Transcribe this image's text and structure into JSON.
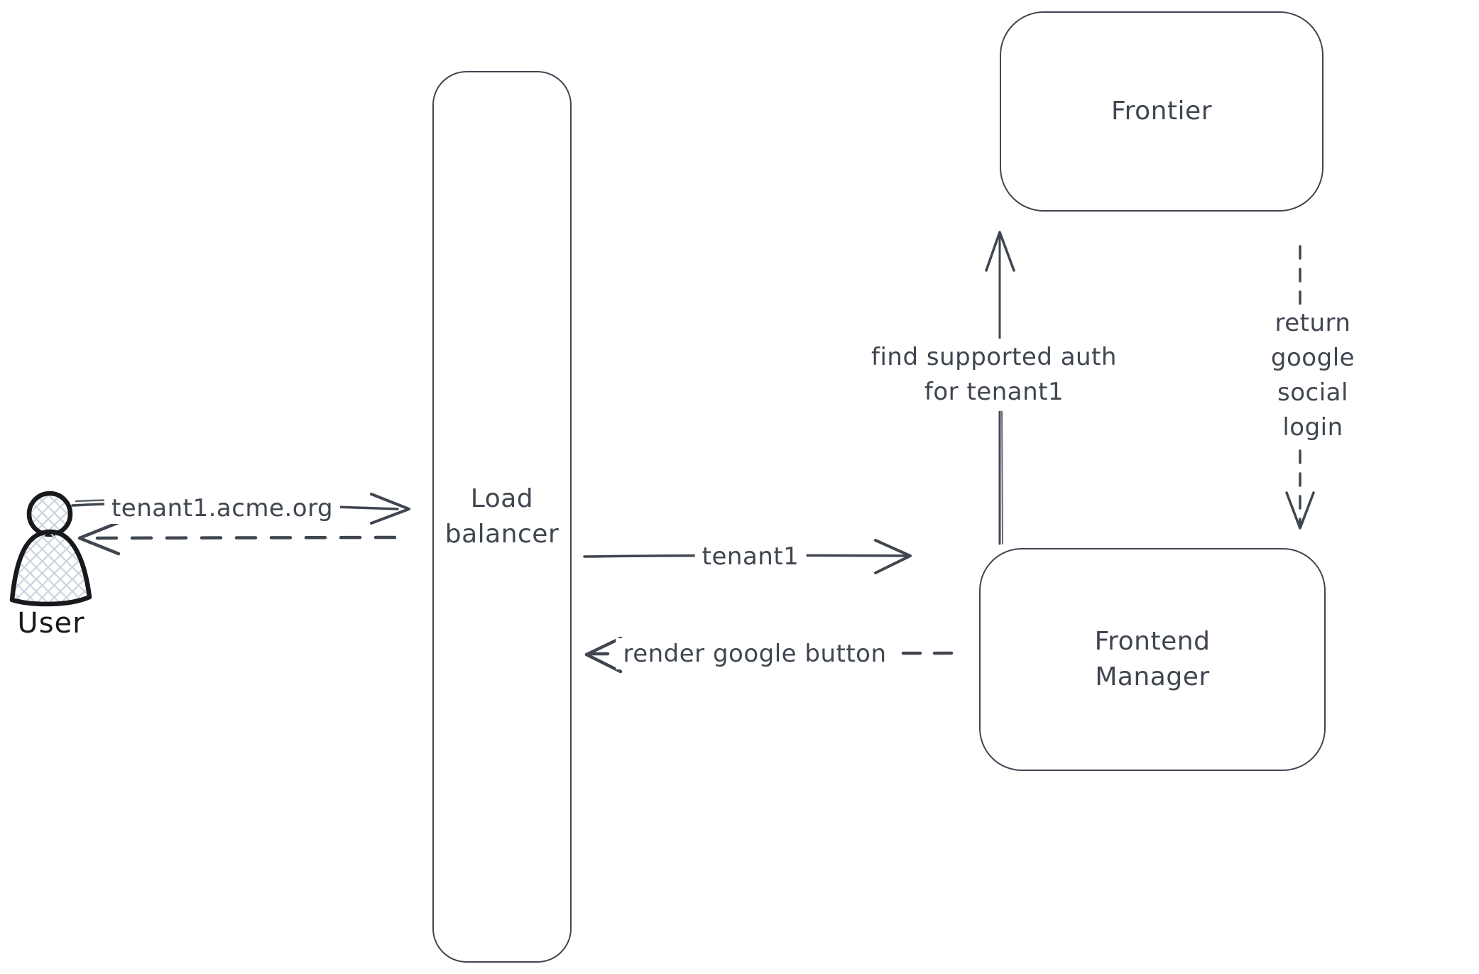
{
  "diagram": {
    "nodes": {
      "user": {
        "label": "User",
        "shape": "person-icon"
      },
      "load_balancer": {
        "line1": "Load",
        "line2": "balancer",
        "shape": "tall-rounded-rectangle"
      },
      "frontier": {
        "label": "Frontier",
        "shape": "rounded-rectangle"
      },
      "frontend_manager": {
        "line1": "Frontend",
        "line2": "Manager",
        "shape": "rounded-rectangle"
      }
    },
    "edges": {
      "user_to_load_balancer": {
        "label": "tenant1.acme.org",
        "style": "solid",
        "direction": "right"
      },
      "load_balancer_to_user": {
        "label": "",
        "style": "dashed",
        "direction": "left"
      },
      "load_balancer_to_frontend_manager": {
        "label": "tenant1",
        "style": "solid",
        "direction": "right"
      },
      "frontend_manager_to_load_balancer": {
        "label": "render google button",
        "style": "dashed",
        "direction": "left"
      },
      "frontend_manager_to_frontier": {
        "line1": "find supported auth",
        "line2": "for tenant1",
        "style": "solid",
        "direction": "up"
      },
      "frontier_to_frontend_manager": {
        "line1": "return google social",
        "line2": "login",
        "style": "dashed",
        "direction": "down"
      }
    },
    "colors": {
      "stroke": "#3f4650",
      "user_stroke": "#17191c",
      "hatch_fill": "#ccd3dd",
      "background": "#ffffff"
    }
  }
}
